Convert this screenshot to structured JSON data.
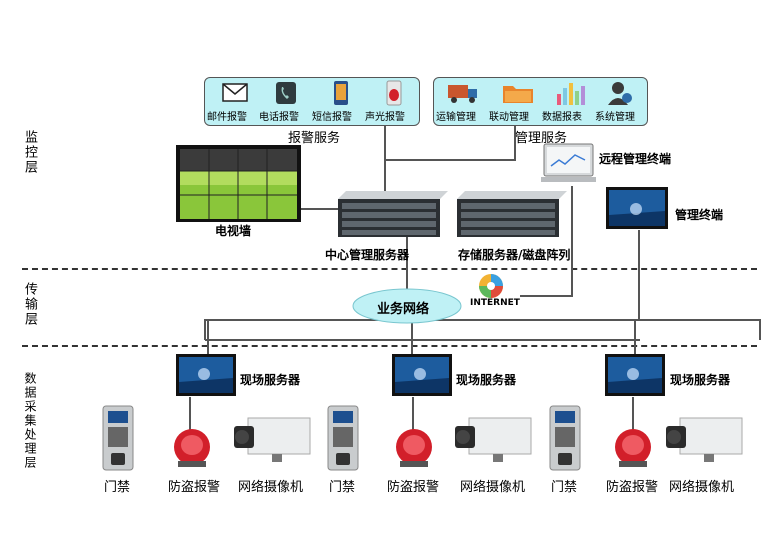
{
  "layers": {
    "monitor": "监控层",
    "transport": "传输层",
    "collect": "数据采集处理层"
  },
  "alarm_panel": {
    "items": [
      {
        "label": "邮件报警",
        "icon": "envelope-icon"
      },
      {
        "label": "电话报警",
        "icon": "phone-icon"
      },
      {
        "label": "短信报警",
        "icon": "mobile-icon"
      },
      {
        "label": "声光报警",
        "icon": "siren-icon"
      }
    ],
    "title": "报警服务"
  },
  "mgmt_panel": {
    "items": [
      {
        "label": "运输管理",
        "icon": "truck-icon"
      },
      {
        "label": "联动管理",
        "icon": "folder-icon"
      },
      {
        "label": "数据报表",
        "icon": "chart-icon"
      },
      {
        "label": "系统管理",
        "icon": "person-icon"
      }
    ],
    "title": "管理服务"
  },
  "devices": {
    "tv_wall": "电视墙",
    "central_server": "中心管理服务器",
    "storage_server": "存储服务器/磁盘阵列",
    "remote_terminal": "远程管理终端",
    "mgmt_terminal": "管理终端",
    "network": "业务网络",
    "internet": "INTERNET"
  },
  "sites": [
    {
      "server": "现场服务器",
      "access": "门禁",
      "alarm": "防盗报警",
      "camera": "网络摄像机"
    },
    {
      "server": "现场服务器",
      "access": "门禁",
      "alarm": "防盗报警",
      "camera": "网络摄像机"
    },
    {
      "server": "现场服务器",
      "access": "门禁",
      "alarm": "防盗报警",
      "camera": "网络摄像机"
    }
  ],
  "colors": {
    "panel": "#bff1f5",
    "network": "#bff1f5",
    "monitor_screen": "#1d5c9e",
    "alarm_red": "#d21f2a"
  }
}
